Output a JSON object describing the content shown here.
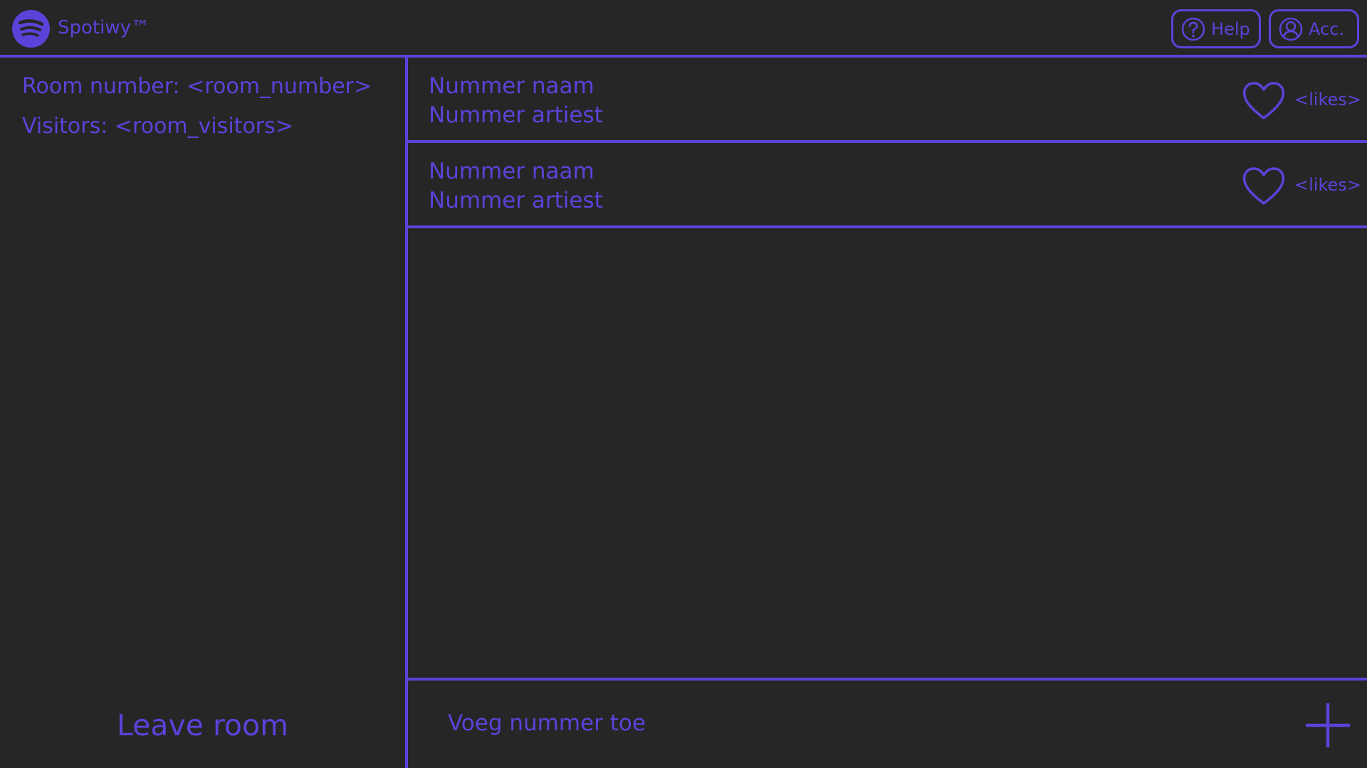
{
  "app": {
    "title": "Spotiwy™"
  },
  "header": {
    "help_label": "Help",
    "account_label": "Acc."
  },
  "sidebar": {
    "room_number": "Room number: <room_number>",
    "visitors": "Visitors: <room_visitors>",
    "leave_label": "Leave room"
  },
  "tracks": [
    {
      "name": "Nummer naam",
      "artist": "Nummer artiest",
      "likes": "<likes>"
    },
    {
      "name": "Nummer naam",
      "artist": "Nummer artiest",
      "likes": "<likes>"
    }
  ],
  "add_track": {
    "placeholder": "Voeg nummer toe"
  },
  "icons": {
    "logo": "spotify-logo-icon",
    "help": "question-circle-icon",
    "account": "user-circle-icon",
    "like": "heart-outline-icon",
    "add": "plus-icon"
  },
  "colors": {
    "accent": "#5b43d9",
    "background": "#262626"
  }
}
